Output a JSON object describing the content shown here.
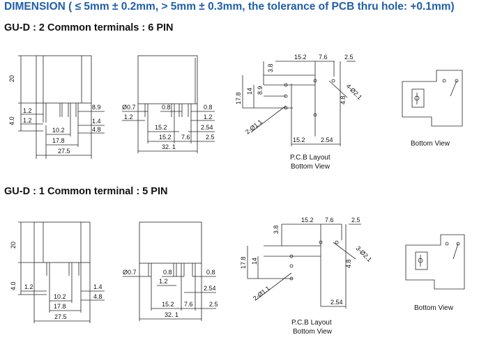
{
  "title": "DIMENSION ( ≤ 5mm ± 0.2mm, > 5mm ± 0.3mm, the tolerance of PCB thru hole: +0.1mm)",
  "sections": [
    {
      "heading": "GU-D : 2 Common terminals : 6 PIN",
      "side_view": {
        "height": "20",
        "pin_len": "4.0",
        "d1": "1.2",
        "d2": "1.2",
        "d3": "8.9",
        "d4": "1.4",
        "d5": "4.8",
        "w1": "10.2",
        "w2": "17.8",
        "w3": "27.5"
      },
      "front_view": {
        "pin_dia": "Ø0.7",
        "p1": "0.8",
        "p2": "0.8",
        "p3": "1.2",
        "p4": "1.2",
        "p5": "15.2",
        "p6": "2.54",
        "p7": "15.2",
        "p8": "7.6",
        "p9": "2.5",
        "w": "32. 1"
      },
      "pcb": {
        "t1": "15.2",
        "t2": "7.6",
        "t3": "2.5",
        "v1": "3.8",
        "v2": "8.9",
        "v3": "14",
        "v4": "17.8",
        "v5": "4.8",
        "hole_a": "4-Ø2.1",
        "hole_b": "2-Ø1.1",
        "b1": "15.2",
        "b2": "2.54",
        "caption1": "P.C.B Layout",
        "caption2": "Bottom View"
      },
      "bottom_caption": "Bottom View"
    },
    {
      "heading": "GU-D : 1 Common terminal : 5 PIN",
      "side_view": {
        "height": "20",
        "pin_len": "4.0",
        "d1": "1.2",
        "d4": "1.4",
        "d5": "4.8",
        "w1": "10.2",
        "w2": "17.8",
        "w3": "27.5"
      },
      "front_view": {
        "pin_dia": "Ø0.7",
        "p1": "0.8",
        "p2": "0.8",
        "p3": "1.2",
        "p4": "2.54",
        "p5": "15.2",
        "p6": "7.6",
        "p7": "2.5",
        "w": "32. 1"
      },
      "pcb": {
        "t1": "15.2",
        "t2": "7.6",
        "t3": "2.5",
        "v1": "3.8",
        "v3": "14",
        "v4": "17.8",
        "v5": "4.8",
        "hole_a": "3-Ø2.1",
        "hole_b": "2-Ø1.1",
        "b2": "2.54",
        "caption1": "P.C.B Layout",
        "caption2": "Bottom View"
      },
      "bottom_caption": "Bottom View"
    }
  ]
}
